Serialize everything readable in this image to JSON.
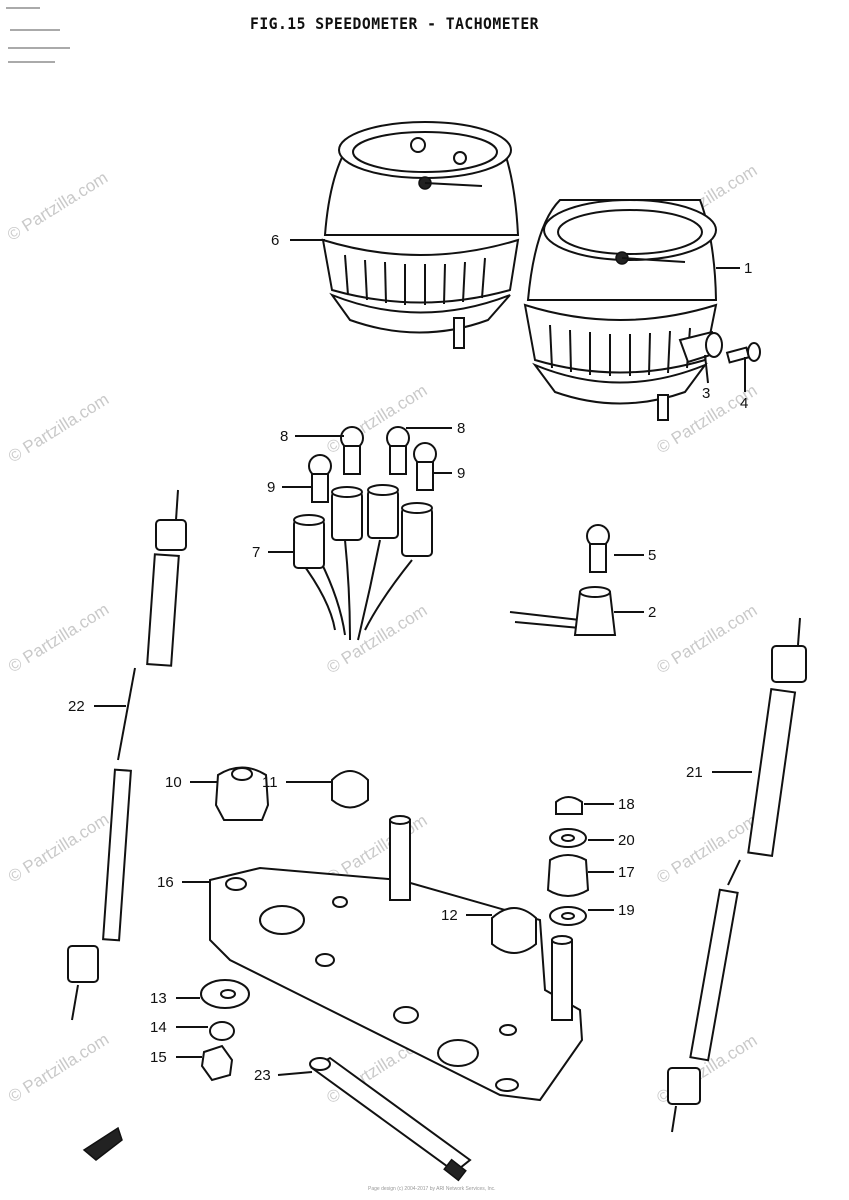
{
  "title": "FIG.15 SPEEDOMETER - TACHOMETER",
  "watermark": "© Partzilla.com",
  "copyright": "Page design (c) 2004-2017 by ARI Network Services, Inc.",
  "callouts": {
    "c1": "1",
    "c2": "2",
    "c3": "3",
    "c4": "4",
    "c5": "5",
    "c6": "6",
    "c7": "7",
    "c8a": "8",
    "c8b": "8",
    "c9a": "9",
    "c9b": "9",
    "c10": "10",
    "c11": "11",
    "c12": "12",
    "c13": "13",
    "c14": "14",
    "c15": "15",
    "c16": "16",
    "c17": "17",
    "c18": "18",
    "c19": "19",
    "c20": "20",
    "c21": "21",
    "c22": "22",
    "c23": "23"
  }
}
